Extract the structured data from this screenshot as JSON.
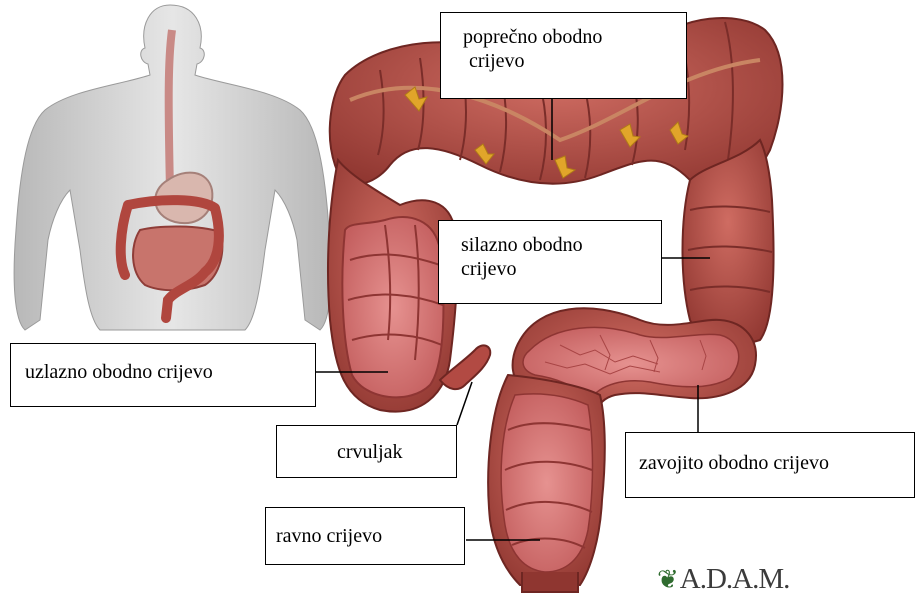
{
  "labels": {
    "transverse_line1": "poprečno obodno",
    "transverse_line2": "crijevo",
    "descending_line1": "silazno obodno",
    "descending_line2": "crijevo",
    "ascending": "uzlazno obodno crijevo",
    "appendix": "crvuljak",
    "sigmoid": "zavojito obodno crijevo",
    "rectum": "ravno crijevo"
  },
  "logo": {
    "text": "A.D.A.M.",
    "mark": "leaf-sprig-icon"
  },
  "colors": {
    "colon_outer": "#b24a43",
    "colon_dark": "#7d2a26",
    "colon_inner": "#d9797a",
    "mucosa_lines": "#8e3533",
    "fat": "#e1a52a",
    "body_skin": "#d6d6d6",
    "body_shade": "#a9a9a9"
  }
}
